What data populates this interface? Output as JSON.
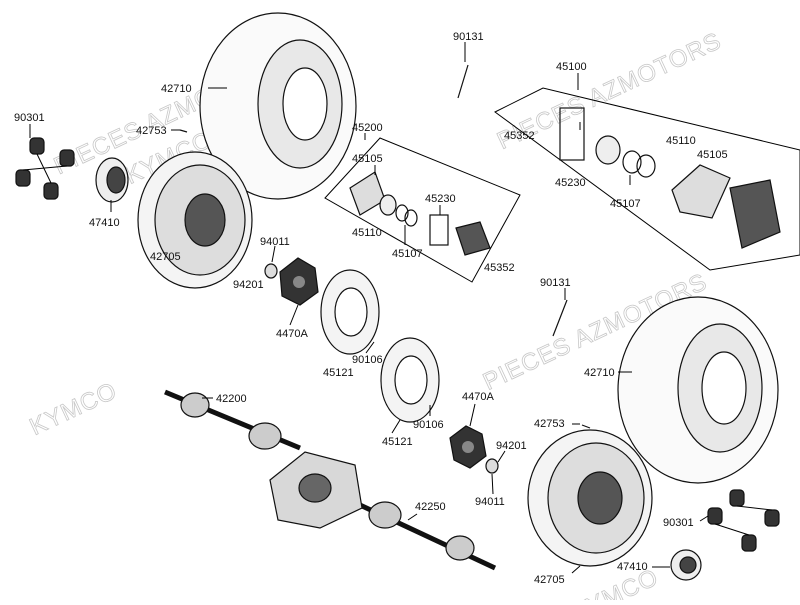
{
  "watermarks": [
    "PIECES AZMOTORS",
    "KYMCO",
    "PIECES AZMOTORS",
    "KYMCO",
    "PIECES AZMOTORS",
    "KYMCO"
  ],
  "labels": {
    "l90131a": "90131",
    "l42710a": "42710",
    "l45100": "45100",
    "l90301a": "90301",
    "l42753a": "42753",
    "l45200": "45200",
    "l45105a": "45105",
    "l45352a": "45352",
    "l45110a": "45110",
    "l45105b": "45105",
    "l45230a": "45230",
    "l47410a": "47410",
    "l45230b": "45230",
    "l45110b": "45110",
    "l45107a": "45107",
    "l45107b": "45107",
    "l94011a": "94011",
    "l45352b": "45352",
    "l42705a": "42705",
    "l94201a": "94201",
    "l90131b": "90131",
    "l4470Aa": "4470A",
    "l90106a": "90106",
    "l45121a": "45121",
    "l42200": "42200",
    "l4470Ab": "4470A",
    "l42710b": "42710",
    "l42753b": "42753",
    "l90106b": "90106",
    "l45121b": "45121",
    "l94201b": "94201",
    "l94011b": "94011",
    "l42250": "42250",
    "l90301b": "90301",
    "l42705b": "42705",
    "l47410b": "47410"
  },
  "colors": {
    "line": "#000000",
    "watermark": "#c8c8c8",
    "part_fill": "#f2f2f2",
    "part_dark": "#3a3a3a"
  }
}
